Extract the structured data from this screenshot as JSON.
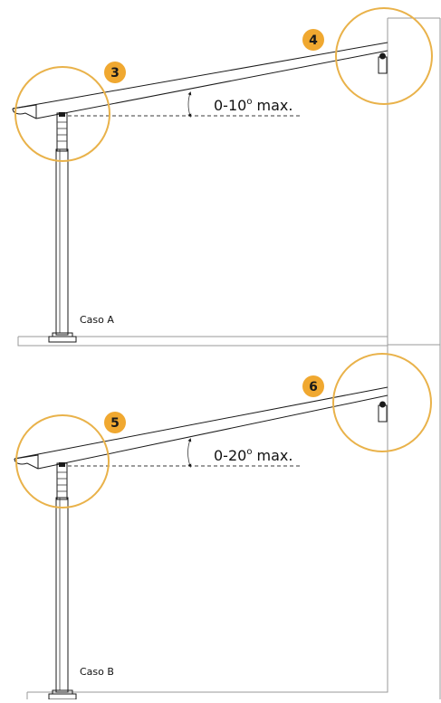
{
  "colors": {
    "accent": "#f0a830",
    "circle": "#e9b24a",
    "line": "#1a1a1a",
    "wall": "#9a9a9a"
  },
  "panels": [
    {
      "case_label": "Caso A",
      "angle_prefix": "0-10",
      "angle_degree": "o",
      "angle_suffix": " max.",
      "badge_post": "3",
      "badge_wall": "4"
    },
    {
      "case_label": "Caso B",
      "angle_prefix": "0-20",
      "angle_degree": "o",
      "angle_suffix": " max.",
      "badge_post": "5",
      "badge_wall": "6"
    }
  ]
}
